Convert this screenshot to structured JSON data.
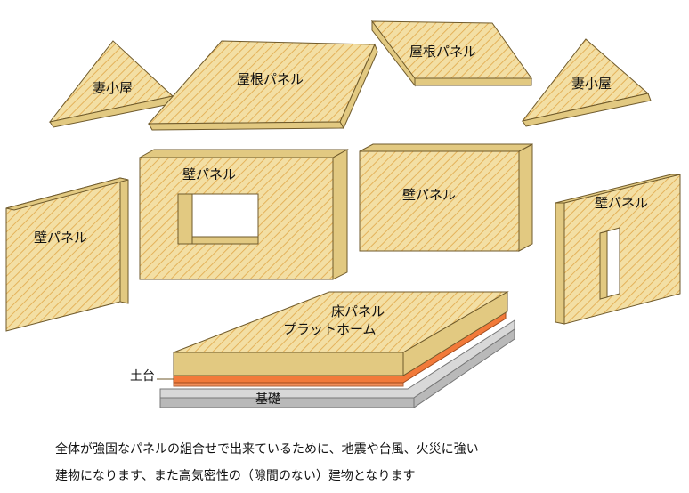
{
  "colors": {
    "panel": "#f3dfa4",
    "panel_side": "#e2c981",
    "panel_dark": "#cdb16a",
    "hatch": "#e4b25a",
    "outline": "#6f5a2b",
    "sill": "#f27a3a",
    "foundation": "#d8d8d8",
    "foundation_side": "#b9b9b9"
  },
  "labels": {
    "gable_left": "妻小屋",
    "roof_left": "屋根パネル",
    "roof_right": "屋根パネル",
    "gable_right": "妻小屋",
    "wall_left": "壁パネル",
    "wall_window": "壁パネル",
    "wall_center": "壁パネル",
    "wall_right": "壁パネル",
    "floor_line1": "床パネル",
    "floor_line2": "プラットホーム",
    "sill": "土台",
    "foundation": "基礎"
  },
  "caption": {
    "line1": "全体が強固なパネルの組合せで出来ているために、地震や台風、火災に強い",
    "line2": "建物になります、また高気密性の（隙間のない）建物となります"
  }
}
